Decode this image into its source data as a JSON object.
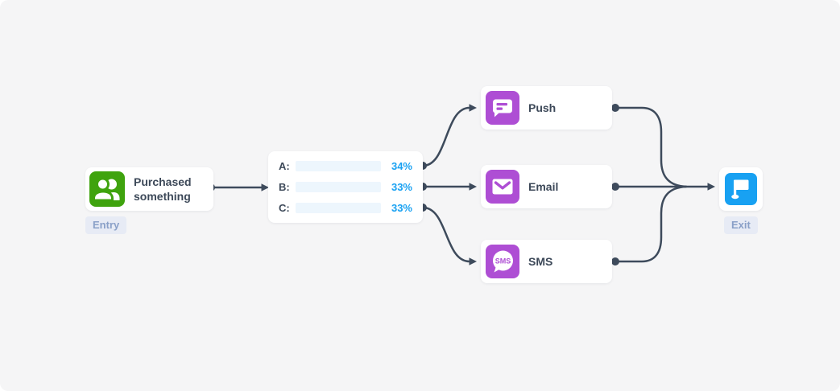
{
  "diagram": {
    "entry": {
      "title": "Purchased something",
      "badge": "Entry"
    },
    "split": {
      "rows": [
        {
          "label": "A:",
          "percent": "34%",
          "value": 34
        },
        {
          "label": "B:",
          "percent": "33%",
          "value": 33
        },
        {
          "label": "C:",
          "percent": "33%",
          "value": 33
        }
      ]
    },
    "channels": [
      {
        "label": "Push"
      },
      {
        "label": "Email"
      },
      {
        "label": "SMS"
      }
    ],
    "sms_icon_text": "SMS",
    "exit": {
      "badge": "Exit"
    }
  },
  "colors": {
    "canvas_bg": "#f5f5f6",
    "entry_green": "#3fa30e",
    "channel_purple": "#ae4ed4",
    "accent_blue": "#18a1f2",
    "connector": "#3e4b5c",
    "card_text": "#3c4858",
    "badge_bg": "#e7ebf5",
    "badge_text": "#8aa0c8",
    "bar_track": "#edf6fd"
  }
}
